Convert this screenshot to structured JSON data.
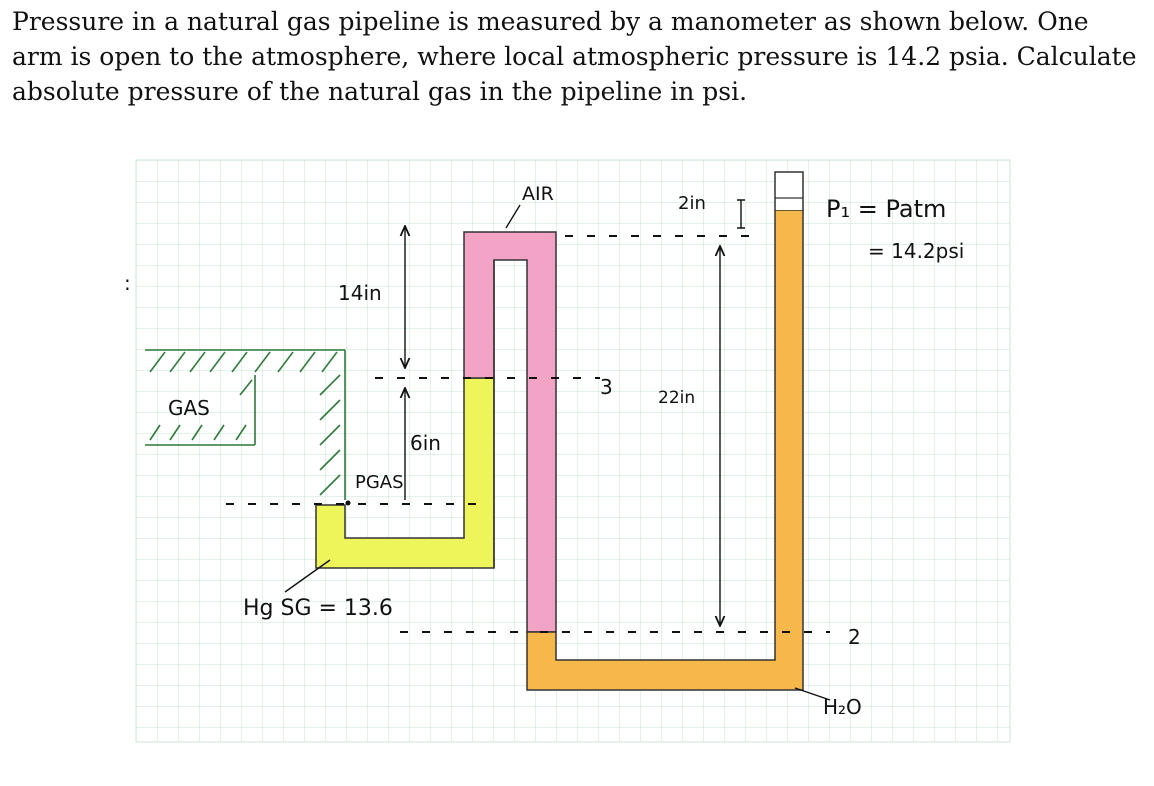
{
  "problem": {
    "text": "Pressure in a natural gas pipeline is measured by a manometer as shown below. One arm is open to the atmosphere, where local atmospheric pressure is 14.2 psia. Calculate absolute pressure of the natural gas in the pipeline in psi."
  },
  "diagram": {
    "gas_label": "GAS",
    "air_label": "AIR",
    "dim_14in": "14in",
    "dim_6in": "6in",
    "dim_22in": "22in",
    "dim_2in": "2in",
    "p1_line1": "P₁ = Patm",
    "p1_line2": "= 14.2psi",
    "pgas_label": "PGAS",
    "hg_label": "Hg SG = 13.6",
    "h2o_label": "H₂O",
    "point_3": "3",
    "point_2": "2",
    "left_mark": ":",
    "colors": {
      "grid": "#cfead8",
      "mercury": "#eef55a",
      "air": "#f2a3c6",
      "water": "#f7b84b",
      "ink": "#111111"
    }
  }
}
